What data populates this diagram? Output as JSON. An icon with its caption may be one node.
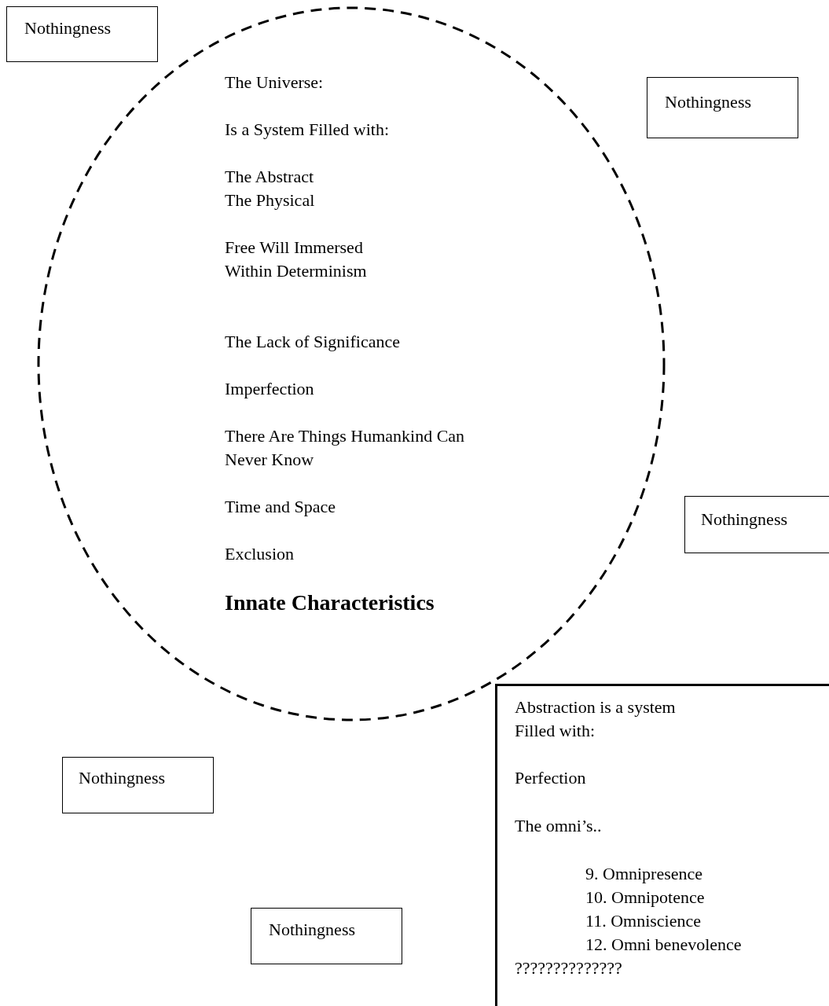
{
  "diagram": {
    "nodes": [
      {
        "text": [
          "Nothingness"
        ]
      },
      {
        "text": [
          "The Universe:",
          "Is a System Filled with:",
          "The Abstract",
          "The Physical",
          "Free Will Immersed Within Determinism",
          "The Lack of Significance",
          "Imperfection",
          "There Are Things Humankind Can Never Know",
          "Time and Space",
          "Exclusion",
          "Innate Characteristics"
        ]
      },
      {
        "text": [
          "Nothingness"
        ]
      },
      {
        "text": [
          "Nothingness"
        ]
      },
      {
        "text": [
          "Abstraction is a system Filled with:",
          "Perfection",
          "The omni’s..",
          "9. Omnipresence",
          "10. Omnipotence",
          "11. Omniscience",
          "12. Omni benevolence",
          "??????????????"
        ]
      },
      {
        "text": [
          "Nothingness"
        ]
      },
      {
        "text": [
          "Nothingness"
        ]
      }
    ],
    "edges": []
  }
}
